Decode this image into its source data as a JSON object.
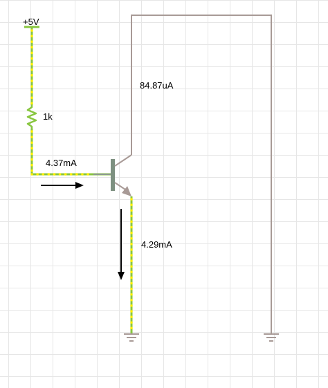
{
  "supply": {
    "label": "+5V"
  },
  "resistor": {
    "label": "1k"
  },
  "currents": {
    "base": "4.37mA",
    "collector": "84.87uA",
    "emitter": "4.29mA"
  },
  "colors": {
    "live_wire": "#88c63f",
    "current_dots": "#ffee00",
    "idle_wire": "#a89a96",
    "transistor": "#7d9080",
    "arrow": "#000000"
  },
  "icons": {
    "left_ground": "ground-icon",
    "right_ground": "ground-icon",
    "transistor": "npn-transistor-icon",
    "resistor": "resistor-icon"
  }
}
